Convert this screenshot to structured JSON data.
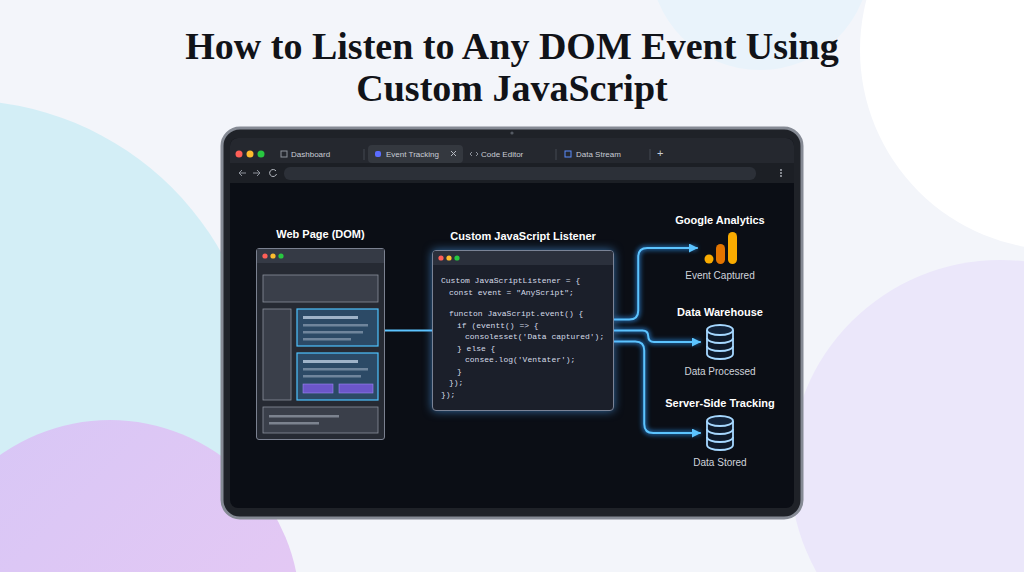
{
  "diagram": {
    "title": "How to Listen to Any DOM Event Using Custom JavaScript",
    "nodes": [
      {
        "text": [
          "Web Page (DOM)"
        ]
      },
      {
        "text": [
          "Custom JavaScript Listener",
          "Custom JavaScriptListener = {",
          "const event = \"AnyScript\";",
          "functon JavaScript.event() {",
          "if (eventt() => {",
          "consolesset('Data captured');",
          "} else {",
          "consee.log('Ventater');",
          "}",
          "});",
          "});"
        ]
      },
      {
        "text": [
          "Google Analytics",
          "Event Captured"
        ]
      },
      {
        "text": [
          "Data Warehouse",
          "Data Processed"
        ]
      },
      {
        "text": [
          "Server-Side Tracking",
          "Data Stored"
        ]
      }
    ],
    "edges": [
      {
        "from": 0,
        "to": 1,
        "arrow": "none"
      },
      {
        "from": 1,
        "to": 2,
        "arrow": "to"
      },
      {
        "from": 1,
        "to": 3,
        "arrow": "to"
      },
      {
        "from": 1,
        "to": 4,
        "arrow": "to"
      }
    ],
    "labels": [
      "Dashboard",
      "Event Tracking",
      "Code Editor",
      "Data Stream",
      "+"
    ]
  }
}
